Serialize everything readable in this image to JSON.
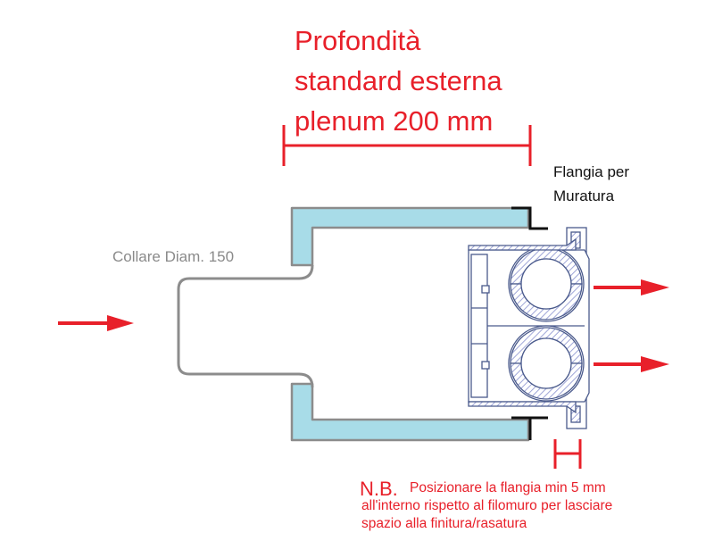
{
  "title": {
    "line1": "Profondità",
    "line2": "standard esterna",
    "line3": "plenum 200 mm"
  },
  "labels": {
    "collar": "Collare Diam. 150",
    "flange_line1": "Flangia per",
    "flange_line2": "Muratura"
  },
  "note": {
    "prefix": "N.B.",
    "line1": "Posizionare la flangia min 5 mm",
    "line2": "all'interno rispetto al filomuro per lasciare",
    "line3": "spazio alla finitura/rasatura"
  },
  "colors": {
    "annotation_red": "#e8202a",
    "plenum_fill": "#a8dce8",
    "outline_gray": "#8c8c8c",
    "grille_blue": "#4a5a8c",
    "grille_hatch": "#9fa6d8"
  }
}
